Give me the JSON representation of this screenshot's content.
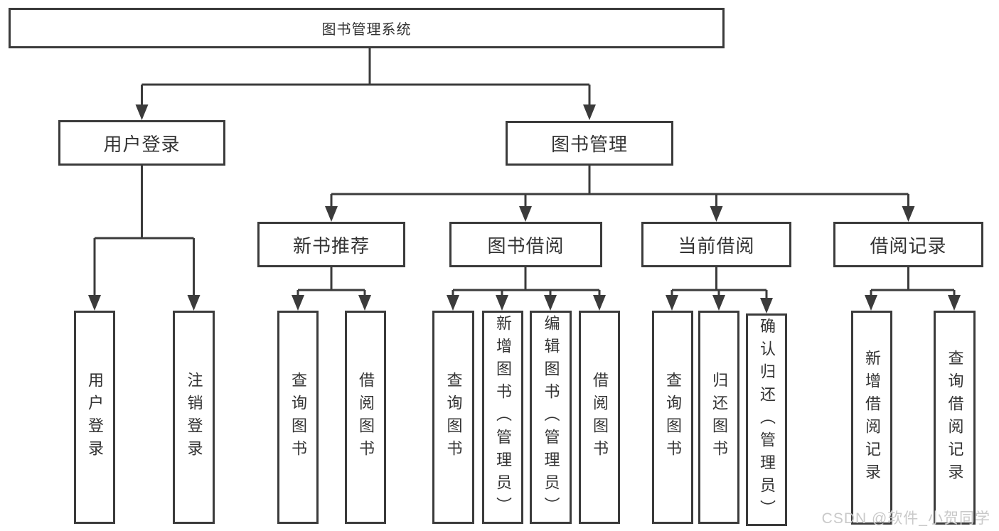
{
  "diagram": {
    "root": {
      "label": "图书管理系统",
      "children": [
        {
          "label": "用户登录",
          "children": [
            {
              "label": "用户登录"
            },
            {
              "label": "注销登录"
            }
          ]
        },
        {
          "label": "图书管理",
          "children": [
            {
              "label": "新书推荐",
              "children": [
                {
                  "label": "查询图书"
                },
                {
                  "label": "借阅图书"
                }
              ]
            },
            {
              "label": "图书借阅",
              "children": [
                {
                  "label": "查询图书"
                },
                {
                  "label": "新增图书（管理员）"
                },
                {
                  "label": "编辑图书（管理员）"
                },
                {
                  "label": "借阅图书"
                }
              ]
            },
            {
              "label": "当前借阅",
              "children": [
                {
                  "label": "查询图书"
                },
                {
                  "label": "归还图书"
                },
                {
                  "label": "确认归还（管理员）"
                }
              ]
            },
            {
              "label": "借阅记录",
              "children": [
                {
                  "label": "新增借阅记录"
                },
                {
                  "label": "查询借阅记录"
                }
              ]
            }
          ]
        }
      ]
    }
  },
  "watermark": {
    "text": "CSDN @软件_小贺同学"
  },
  "colors": {
    "line": "#3b3b3b",
    "text": "#333333",
    "background": "#ffffff",
    "watermark": "#c9c9c9"
  }
}
